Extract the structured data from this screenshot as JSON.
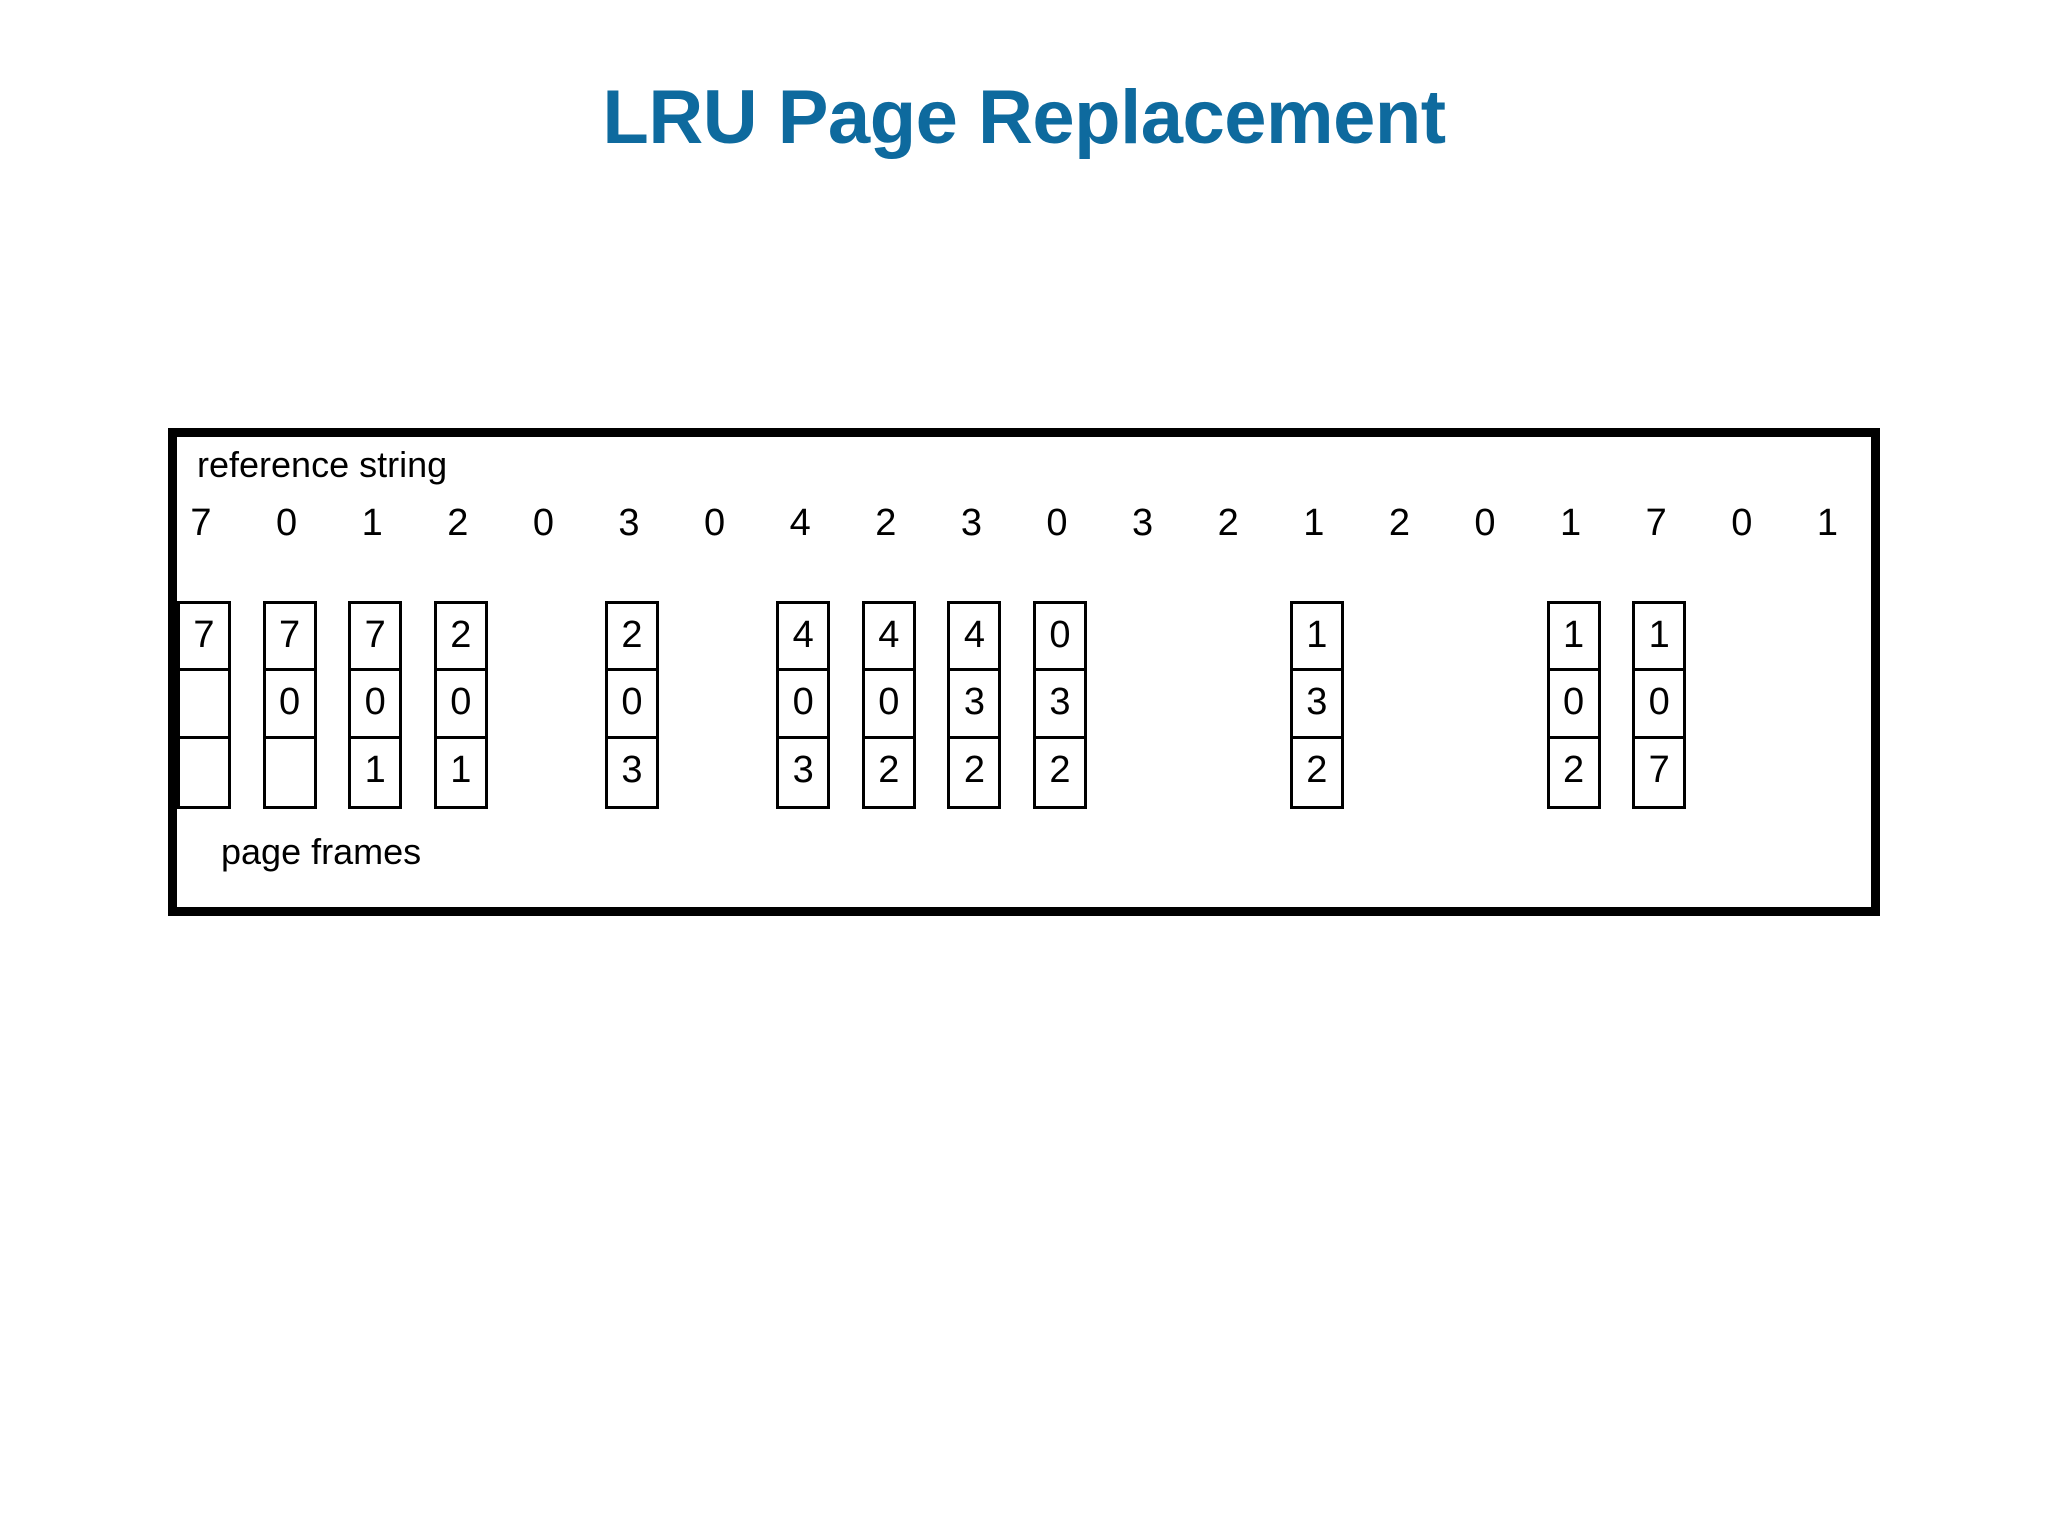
{
  "slide": {
    "title": "LRU Page Replacement",
    "title_color": "#0e6a9e",
    "background_color": "#ffffff"
  },
  "diagram": {
    "reference_string_label": "reference string",
    "page_frames_label": "page frames",
    "border_color": "#000000",
    "text_color": "#000000",
    "frame_count": 3
  },
  "chart_data": {
    "type": "table",
    "title": "LRU Page Replacement",
    "xlabel": "reference string",
    "ylabel": "page frames",
    "reference_string": [
      "7",
      "0",
      "1",
      "2",
      "0",
      "3",
      "0",
      "4",
      "2",
      "3",
      "0",
      "3",
      "2",
      "1",
      "2",
      "0",
      "1",
      "7",
      "0",
      "1"
    ],
    "frame_columns": [
      {
        "ref_index": 0,
        "ref_value": "7",
        "cells": [
          "7",
          "",
          ""
        ]
      },
      {
        "ref_index": 1,
        "ref_value": "0",
        "cells": [
          "7",
          "0",
          ""
        ]
      },
      {
        "ref_index": 2,
        "ref_value": "1",
        "cells": [
          "7",
          "0",
          "1"
        ]
      },
      {
        "ref_index": 3,
        "ref_value": "2",
        "cells": [
          "2",
          "0",
          "1"
        ]
      },
      {
        "ref_index": 5,
        "ref_value": "3",
        "cells": [
          "2",
          "0",
          "3"
        ]
      },
      {
        "ref_index": 7,
        "ref_value": "4",
        "cells": [
          "4",
          "0",
          "3"
        ]
      },
      {
        "ref_index": 8,
        "ref_value": "2",
        "cells": [
          "4",
          "0",
          "2"
        ]
      },
      {
        "ref_index": 9,
        "ref_value": "3",
        "cells": [
          "4",
          "3",
          "2"
        ]
      },
      {
        "ref_index": 10,
        "ref_value": "0",
        "cells": [
          "0",
          "3",
          "2"
        ]
      },
      {
        "ref_index": 13,
        "ref_value": "1",
        "cells": [
          "1",
          "3",
          "2"
        ]
      },
      {
        "ref_index": 16,
        "ref_value": "1",
        "cells": [
          "1",
          "0",
          "2"
        ]
      },
      {
        "ref_index": 17,
        "ref_value": "7",
        "cells": [
          "1",
          "0",
          "7"
        ]
      }
    ]
  }
}
